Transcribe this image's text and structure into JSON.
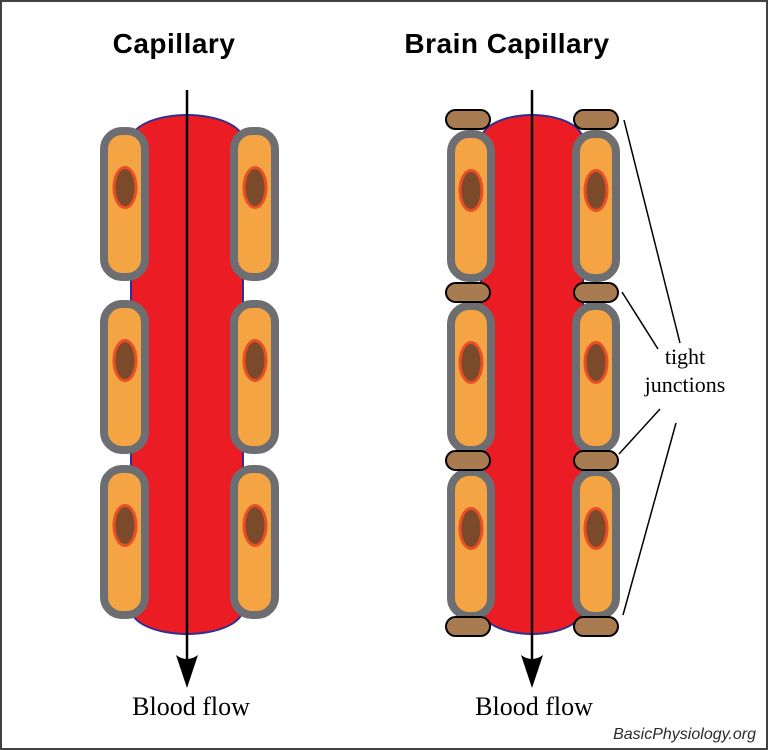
{
  "figure": {
    "panels": [
      {
        "id": "capillary",
        "title": "Capillary",
        "blood_flow_label": "Blood flow",
        "cells_per_side": 3,
        "has_tight_junctions": false
      },
      {
        "id": "brain-capillary",
        "title": "Brain Capillary",
        "blood_flow_label": "Blood flow",
        "cells_per_side": 3,
        "has_tight_junctions": true
      }
    ],
    "annotation": {
      "label_line1": "tight",
      "label_line2": "junctions"
    },
    "credit": "BasicPhysiology.org"
  },
  "colors": {
    "blood_red": "#EC1C24",
    "vessel_outline": "#2E3192",
    "cell_fill": "#F5A443",
    "cell_border": "#6D6E71",
    "nucleus_fill": "#7A4A2B",
    "nucleus_ring": "#E94E25",
    "junction_fill": "#A87C50",
    "junction_outline": "#000000",
    "frame_border": "#414042",
    "text_color": "#000000"
  }
}
